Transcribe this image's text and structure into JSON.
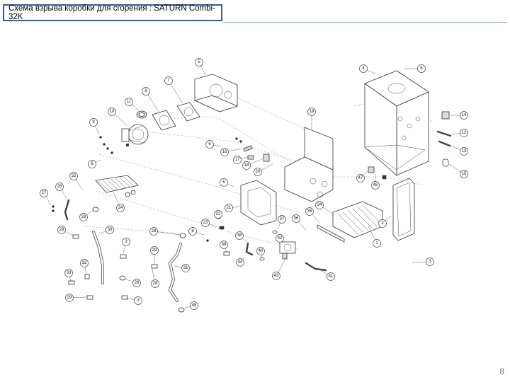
{
  "header": {
    "title": "Схема взрыва коробки для сгорения : SATURN Combi-32K"
  },
  "page_number": "8",
  "callouts": [
    "1",
    "2",
    "3",
    "4",
    "5",
    "6",
    "7",
    "8",
    "9",
    "10",
    "11",
    "12",
    "13",
    "14",
    "15",
    "16",
    "17",
    "18",
    "19",
    "20",
    "21",
    "22",
    "23",
    "24",
    "25",
    "26",
    "27",
    "28",
    "29",
    "30",
    "31",
    "32",
    "33",
    "34",
    "35",
    "36",
    "37",
    "38",
    "39",
    "40",
    "41",
    "42",
    "43",
    "44",
    "45",
    "46",
    "47"
  ]
}
